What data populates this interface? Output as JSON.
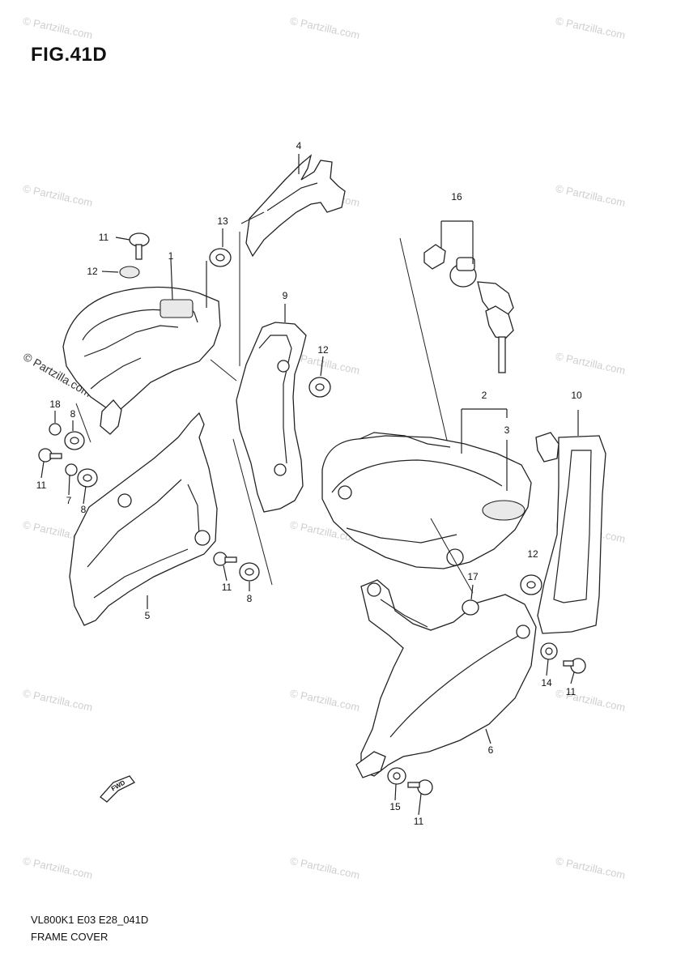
{
  "figure": {
    "title": "FIG.41D",
    "code": "VL800K1 E03 E28_041D",
    "name": "FRAME COVER"
  },
  "watermark": "© Partzilla.com",
  "fwd_label": "FWD",
  "callouts": {
    "c1": "1",
    "c2": "2",
    "c3": "3",
    "c4": "4",
    "c5": "5",
    "c6": "6",
    "c7": "7",
    "c8a": "8",
    "c8b": "8",
    "c8c": "8",
    "c9": "9",
    "c10": "10",
    "c11a": "11",
    "c11b": "11",
    "c11c": "11",
    "c11d": "11",
    "c11e": "11",
    "c12a": "12",
    "c12b": "12",
    "c12c": "12",
    "c13": "13",
    "c14": "14",
    "c15": "15",
    "c16": "16",
    "c17": "17",
    "c18": "18"
  }
}
